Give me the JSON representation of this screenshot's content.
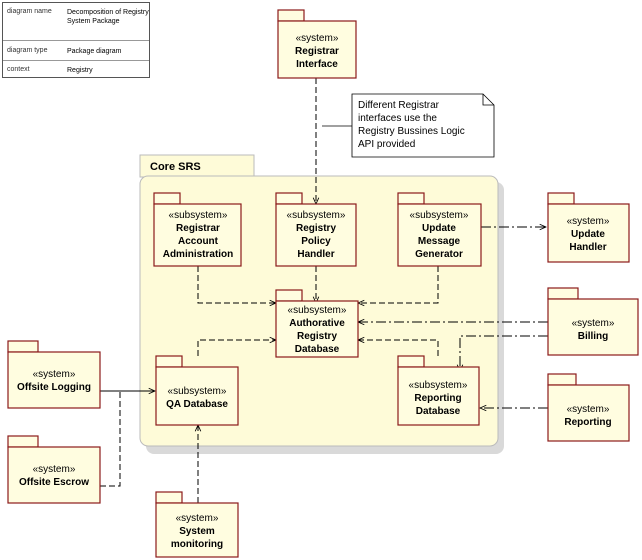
{
  "meta": {
    "rows": [
      {
        "key": "diagram name",
        "value": "Decomposition of Registry System Package"
      },
      {
        "key": "diagram type",
        "value": "Package diagram"
      },
      {
        "key": "context",
        "value": "Registry"
      }
    ]
  },
  "colors": {
    "package_fill": "#fffde0",
    "package_border": "#8b1a1a",
    "core_fill": "#fefbd8",
    "connector": "#000000"
  },
  "core": {
    "label": "Core SRS"
  },
  "note": {
    "lines": [
      "Different Registrar",
      "interfaces use the",
      "Registry Bussines Logic",
      "API provided"
    ]
  },
  "packages": {
    "registrar_interface": {
      "stereotype": "«system»",
      "name": [
        "Registrar",
        "Interface"
      ]
    },
    "registrar_account": {
      "stereotype": "«subsystem»",
      "name": [
        "Registrar",
        "Account",
        "Administration"
      ]
    },
    "registry_policy": {
      "stereotype": "«subsystem»",
      "name": [
        "Registry",
        "Policy",
        "Handler"
      ]
    },
    "update_message": {
      "stereotype": "«subsystem»",
      "name": [
        "Update",
        "Message",
        "Generator"
      ]
    },
    "update_handler": {
      "stereotype": "«system»",
      "name": [
        "Update",
        "Handler"
      ]
    },
    "authorative_db": {
      "stereotype": "«subsystem»",
      "name": [
        "Authorative",
        "Registry",
        "Database"
      ]
    },
    "billing": {
      "stereotype": "«system»",
      "name": [
        "Billing"
      ]
    },
    "offsite_logging": {
      "stereotype": "«system»",
      "name": [
        "Offsite Logging"
      ]
    },
    "qa_database": {
      "stereotype": "«subsystem»",
      "name": [
        "QA Database"
      ]
    },
    "reporting_db": {
      "stereotype": "«subsystem»",
      "name": [
        "Reporting",
        "Database"
      ]
    },
    "reporting": {
      "stereotype": "«system»",
      "name": [
        "Reporting"
      ]
    },
    "offsite_escrow": {
      "stereotype": "«system»",
      "name": [
        "Offsite Escrow"
      ]
    },
    "system_monitoring": {
      "stereotype": "«system»",
      "name": [
        "System",
        "monitoring"
      ]
    }
  }
}
